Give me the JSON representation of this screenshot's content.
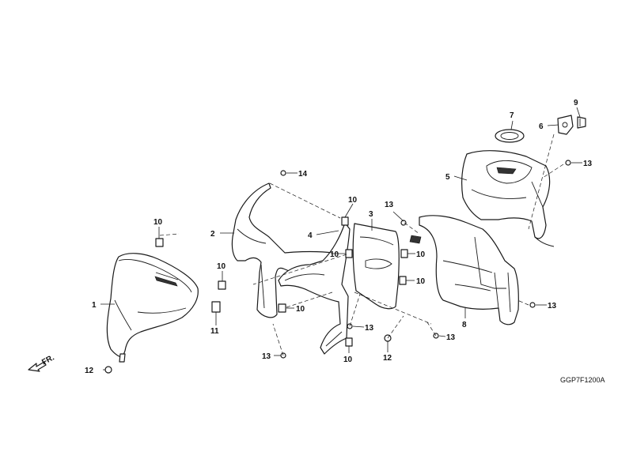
{
  "diagram": {
    "code": "GGP7F1200A",
    "direction_label": "FR.",
    "callouts": [
      {
        "id": "c1",
        "text": "1"
      },
      {
        "id": "c2",
        "text": "2"
      },
      {
        "id": "c3",
        "text": "3"
      },
      {
        "id": "c4",
        "text": "4"
      },
      {
        "id": "c5",
        "text": "5"
      },
      {
        "id": "c6",
        "text": "6"
      },
      {
        "id": "c7",
        "text": "7"
      },
      {
        "id": "c8",
        "text": "8"
      },
      {
        "id": "c9",
        "text": "9"
      },
      {
        "id": "c10a",
        "text": "10"
      },
      {
        "id": "c10b",
        "text": "10"
      },
      {
        "id": "c10c",
        "text": "10"
      },
      {
        "id": "c10d",
        "text": "10"
      },
      {
        "id": "c10e",
        "text": "10"
      },
      {
        "id": "c10f",
        "text": "10"
      },
      {
        "id": "c10g",
        "text": "10"
      },
      {
        "id": "c11",
        "text": "11"
      },
      {
        "id": "c12a",
        "text": "12"
      },
      {
        "id": "c12b",
        "text": "12"
      },
      {
        "id": "c13a",
        "text": "13"
      },
      {
        "id": "c13b",
        "text": "13"
      },
      {
        "id": "c13c",
        "text": "13"
      },
      {
        "id": "c13d",
        "text": "13"
      },
      {
        "id": "c13e",
        "text": "13"
      },
      {
        "id": "c13f",
        "text": "13"
      },
      {
        "id": "c14",
        "text": "14"
      }
    ]
  }
}
